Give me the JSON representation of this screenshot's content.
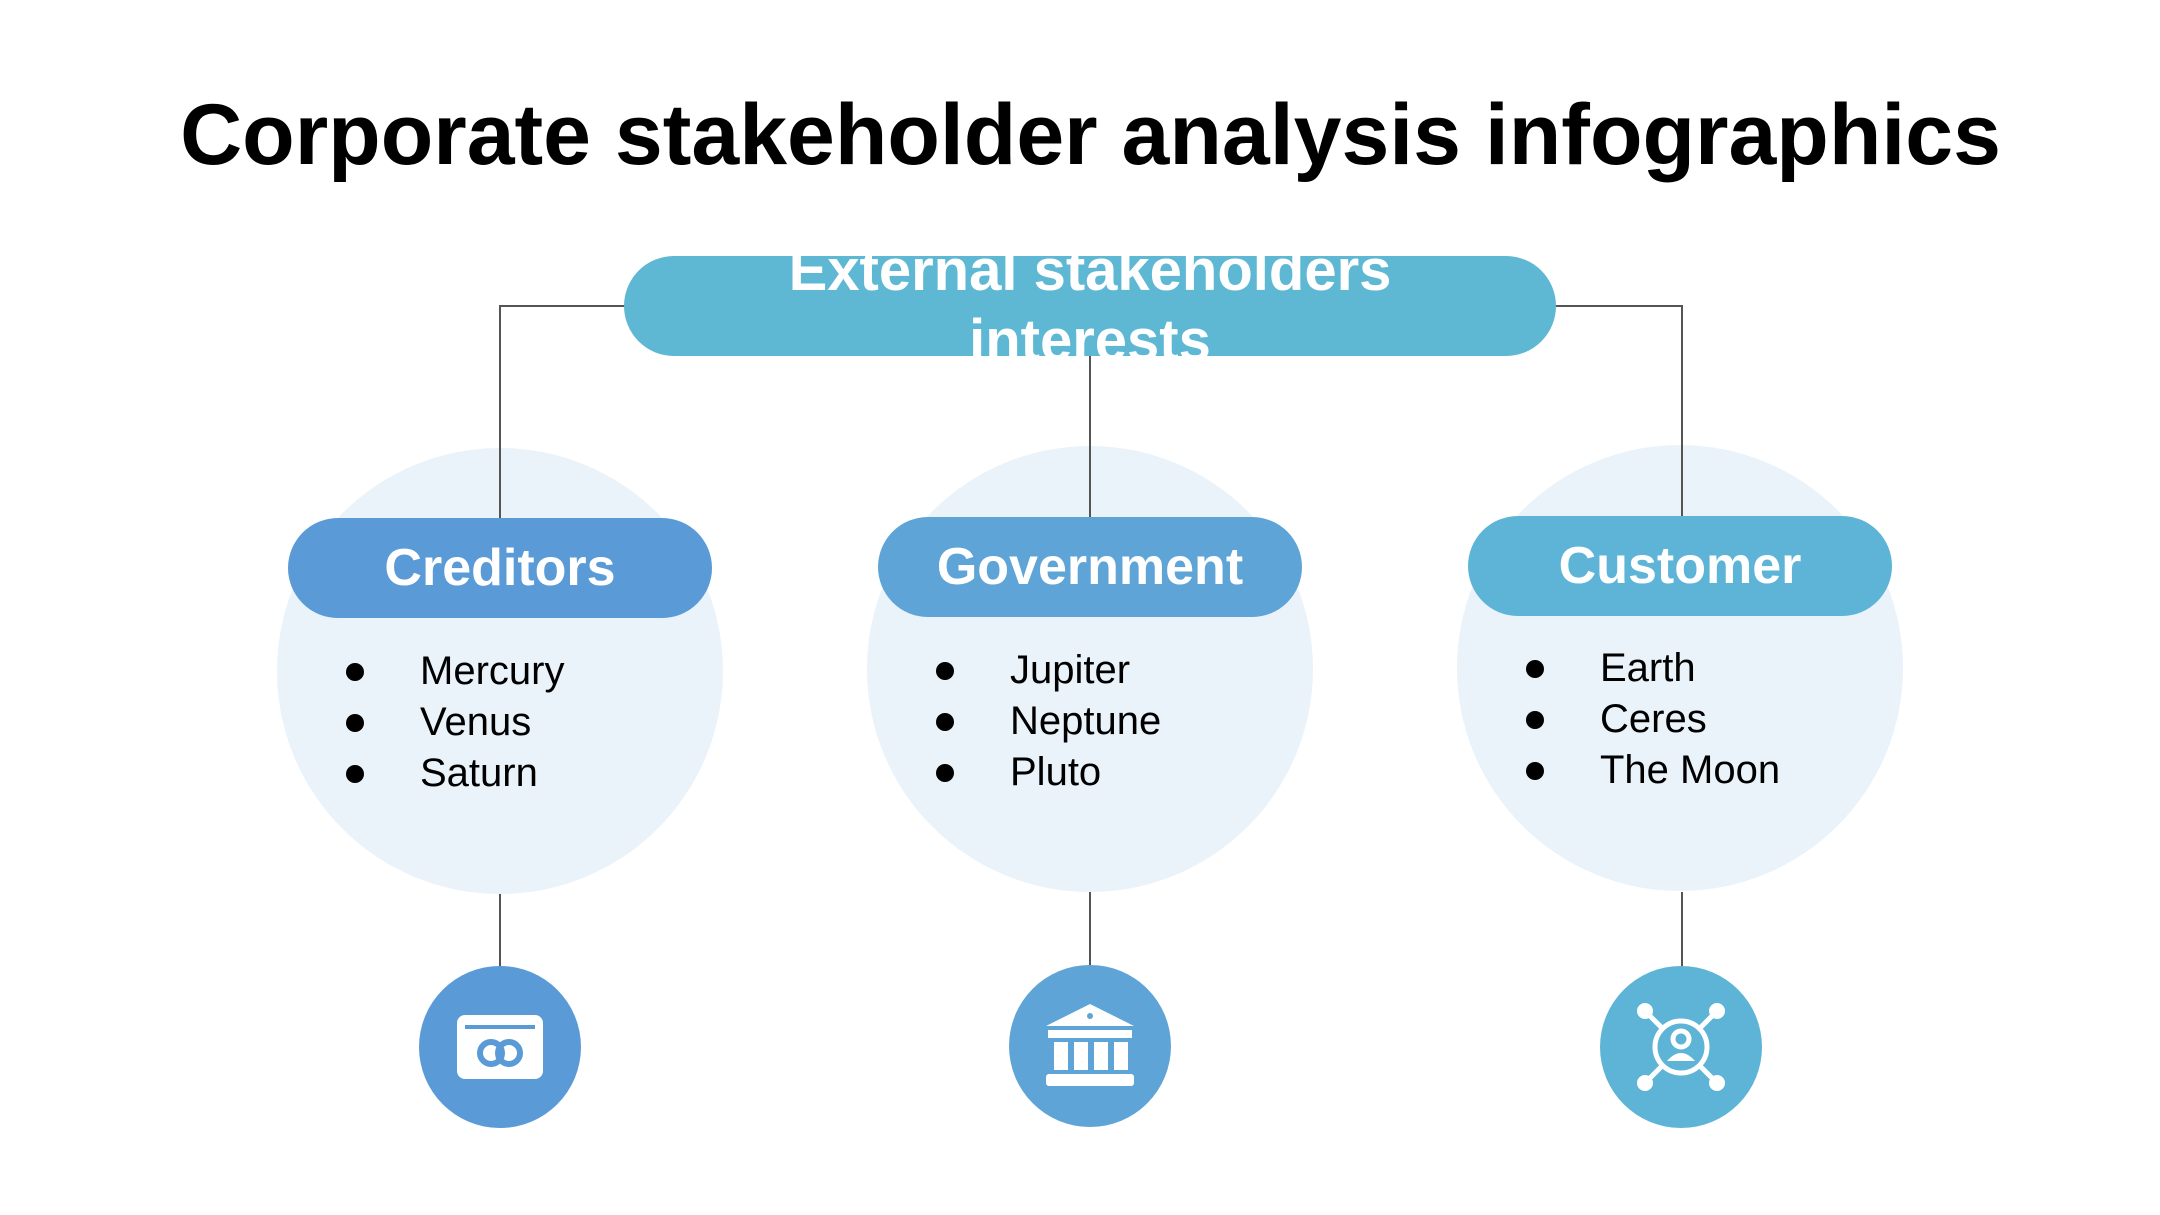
{
  "title": "Corporate stakeholder analysis infographics",
  "root": {
    "label": "External stakeholders interests"
  },
  "colors": {
    "root": "#5eb8d4",
    "creditors": "#5a9ad6",
    "government": "#5fa4d6",
    "customer": "#5eb4d6",
    "circle_bg": "#eaf2fa",
    "line": "#555555"
  },
  "categories": [
    {
      "label": "Creditors",
      "items": [
        "Mercury",
        "Venus",
        "Saturn"
      ],
      "icon": "credit-card-icon"
    },
    {
      "label": "Government",
      "items": [
        "Jupiter",
        "Neptune",
        "Pluto"
      ],
      "icon": "government-building-icon"
    },
    {
      "label": "Customer",
      "items": [
        "Earth",
        "Ceres",
        "The Moon"
      ],
      "icon": "customer-network-icon"
    }
  ]
}
